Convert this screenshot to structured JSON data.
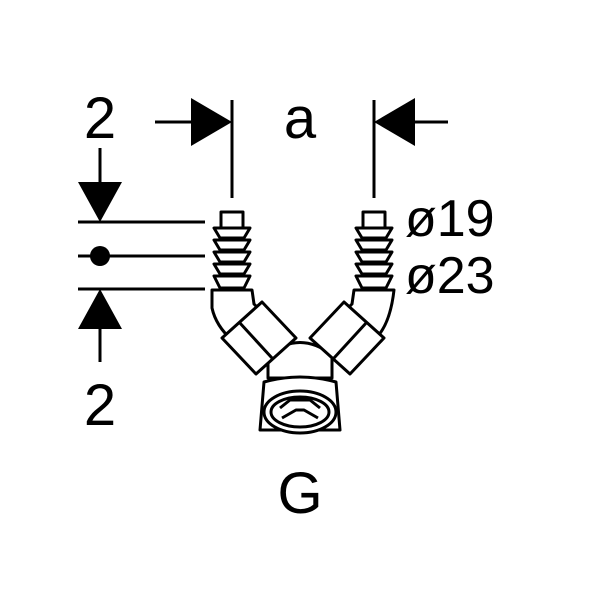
{
  "labels": {
    "top_left": "2",
    "bottom_left": "2",
    "spacing": "a",
    "diameter_small": "ø19",
    "diameter_large": "ø23",
    "thread": "G"
  },
  "colors": {
    "ink": "#000000",
    "background": "#ffffff"
  }
}
